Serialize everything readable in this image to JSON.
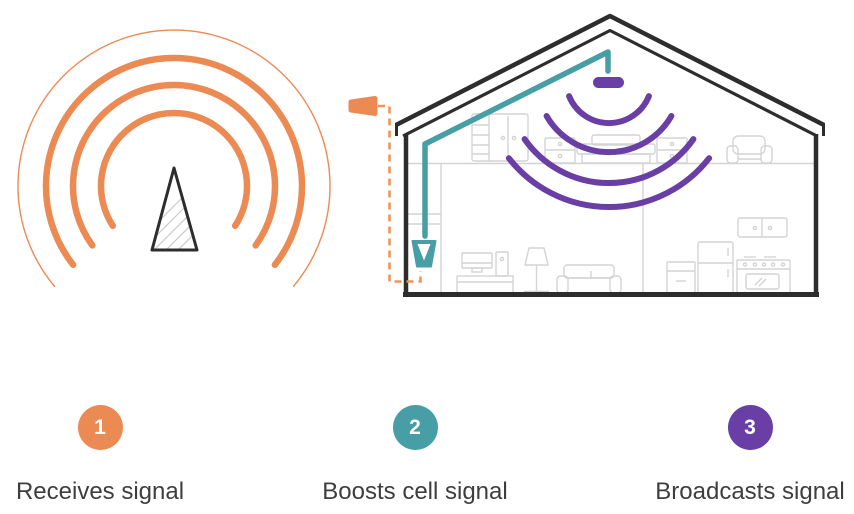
{
  "colors": {
    "orange": "#EC8A54",
    "dash-orange": "#F09459",
    "teal": "#479EA4",
    "purple": "#6A3FA5",
    "outline": "#2D2D2D",
    "furniture": "#D4D4D4",
    "hatch": "#CBCBCB",
    "text": "#3E3E3E"
  },
  "legend": {
    "steps": [
      {
        "number": "1",
        "label": "Receives signal",
        "color": "orange"
      },
      {
        "number": "2",
        "label": "Boosts cell signal",
        "color": "teal"
      },
      {
        "number": "3",
        "label": "Broadcasts signal",
        "color": "purple"
      }
    ]
  },
  "diagram": {
    "icons": [
      "cell-tower-icon",
      "tower-signal-arcs",
      "outside-antenna-icon",
      "cable-line",
      "signal-booster-icon",
      "inside-antenna-icon",
      "broadcast-signal-arcs",
      "house-cross-section"
    ]
  }
}
